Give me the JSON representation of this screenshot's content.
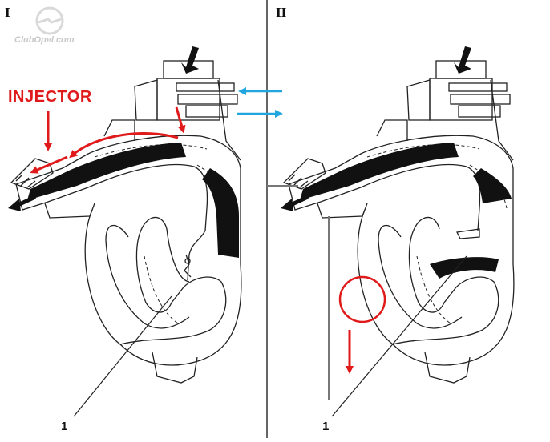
{
  "panels": [
    {
      "numeral": "I",
      "callout": "1"
    },
    {
      "numeral": "II",
      "callout": "1"
    }
  ],
  "injector_label": "INJECTOR",
  "watermark": "ClubOpel.com",
  "colors": {
    "line": "#222222",
    "fill": "#111111",
    "annotation_red": "#e01a1a",
    "flow_blue": "#22a6e0",
    "divider": "#333333"
  },
  "icons": [
    "opel-logo-icon",
    "flow-arrow-icon"
  ]
}
